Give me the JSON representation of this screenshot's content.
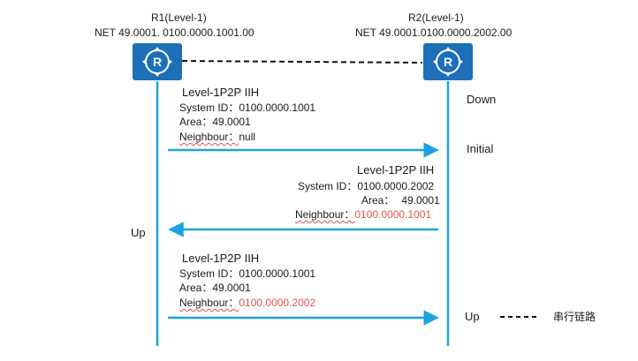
{
  "routers": {
    "r1": {
      "name": "R1(Level-1)",
      "net": "NET 49.0001. 0100.0000.1001.00"
    },
    "r2": {
      "name": "R2(Level-1)",
      "net": "NET 49.0001.0100.0000.2002.00"
    }
  },
  "messages": [
    {
      "title": "Level-1P2P IIH",
      "system_id_label": "System ID：",
      "system_id": "0100.0000.1001",
      "area_label": "Area：",
      "area": "49.0001",
      "neighbour_label": "Neighbour：",
      "neighbour": "null"
    },
    {
      "title": "Level-1P2P IIH",
      "system_id_label": "System ID：",
      "system_id": "0100.0000.2002",
      "area_label": "Area：",
      "area": "49.0001",
      "neighbour_label": "Neighbour：",
      "neighbour": "0100.0000.1001"
    },
    {
      "title": "Level-1P2P IIH",
      "system_id_label": "System ID：",
      "system_id": "0100.0000.1001",
      "area_label": "Area：",
      "area": "49.0001",
      "neighbour_label": "Neighbour：",
      "neighbour": "0100.0000.2002"
    }
  ],
  "states": {
    "r2_down": "Down",
    "r2_initial": "Initial",
    "r1_up": "Up",
    "r2_up": "Up"
  },
  "legend": {
    "label": "串行链路"
  },
  "colors": {
    "router": "#1c6fb8",
    "line": "#1aa3e0",
    "highlight": "#e8534a"
  }
}
